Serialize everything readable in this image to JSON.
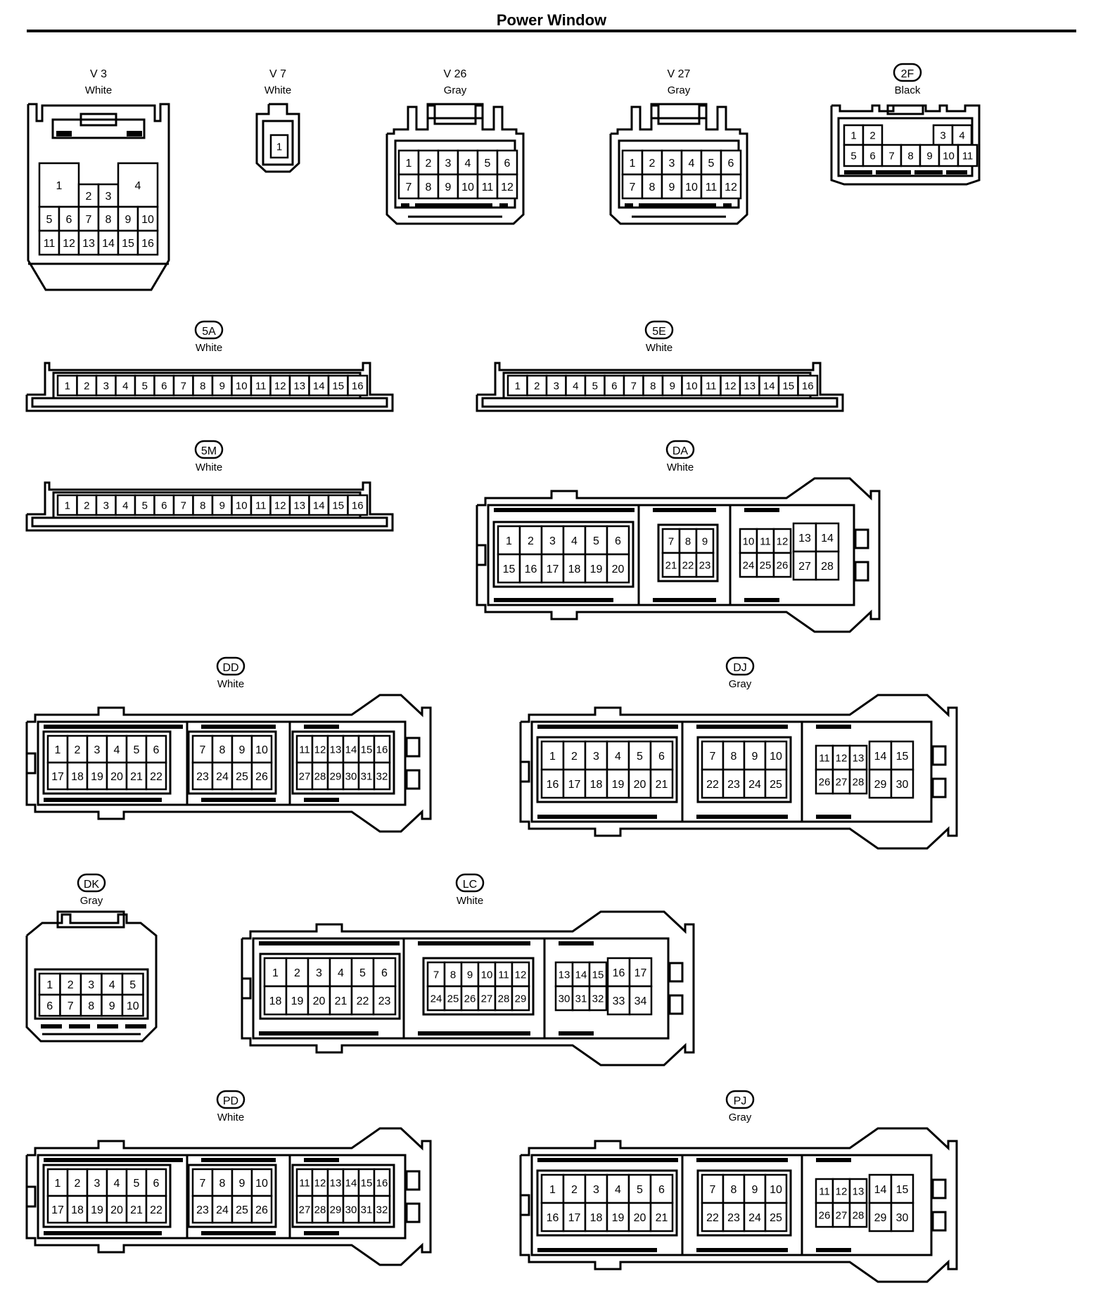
{
  "title": "Power Window",
  "connectors": [
    {
      "id": "V3",
      "code": "V 3",
      "color": "White",
      "boxed": false,
      "pins": 16
    },
    {
      "id": "V7",
      "code": "V 7",
      "color": "White",
      "boxed": false,
      "pins": 1
    },
    {
      "id": "V26",
      "code": "V 26",
      "color": "Gray",
      "boxed": false,
      "pins": 12
    },
    {
      "id": "V27",
      "code": "V 27",
      "color": "Gray",
      "boxed": false,
      "pins": 12
    },
    {
      "id": "2F",
      "code": "2F",
      "color": "Black",
      "boxed": true,
      "pins": 11
    },
    {
      "id": "5A",
      "code": "5A",
      "color": "White",
      "boxed": true,
      "pins": 16
    },
    {
      "id": "5E",
      "code": "5E",
      "color": "White",
      "boxed": true,
      "pins": 16
    },
    {
      "id": "5M",
      "code": "5M",
      "color": "White",
      "boxed": true,
      "pins": 16
    },
    {
      "id": "DA",
      "code": "DA",
      "color": "White",
      "boxed": true,
      "pins": 28
    },
    {
      "id": "DD",
      "code": "DD",
      "color": "White",
      "boxed": true,
      "pins": 32
    },
    {
      "id": "DJ",
      "code": "DJ",
      "color": "Gray",
      "boxed": true,
      "pins": 30
    },
    {
      "id": "DK",
      "code": "DK",
      "color": "Gray",
      "boxed": true,
      "pins": 10
    },
    {
      "id": "LC",
      "code": "LC",
      "color": "White",
      "boxed": true,
      "pins": 34
    },
    {
      "id": "PD",
      "code": "PD",
      "color": "White",
      "boxed": true,
      "pins": 32
    },
    {
      "id": "PJ",
      "code": "PJ",
      "color": "Gray",
      "boxed": true,
      "pins": 30
    }
  ]
}
